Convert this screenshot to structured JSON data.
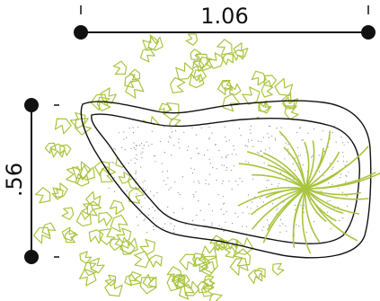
{
  "dimensions": {
    "width_label": "1.06",
    "height_label": ".56"
  },
  "colors": {
    "line": "#111111",
    "foliage": "#a9c43f",
    "stipple": "#8a8a8a",
    "background": "#ffffff"
  },
  "elements": {
    "pond": "pond-outline",
    "plant": "ornamental-grass",
    "groundcover": "groundcover-foliage"
  }
}
